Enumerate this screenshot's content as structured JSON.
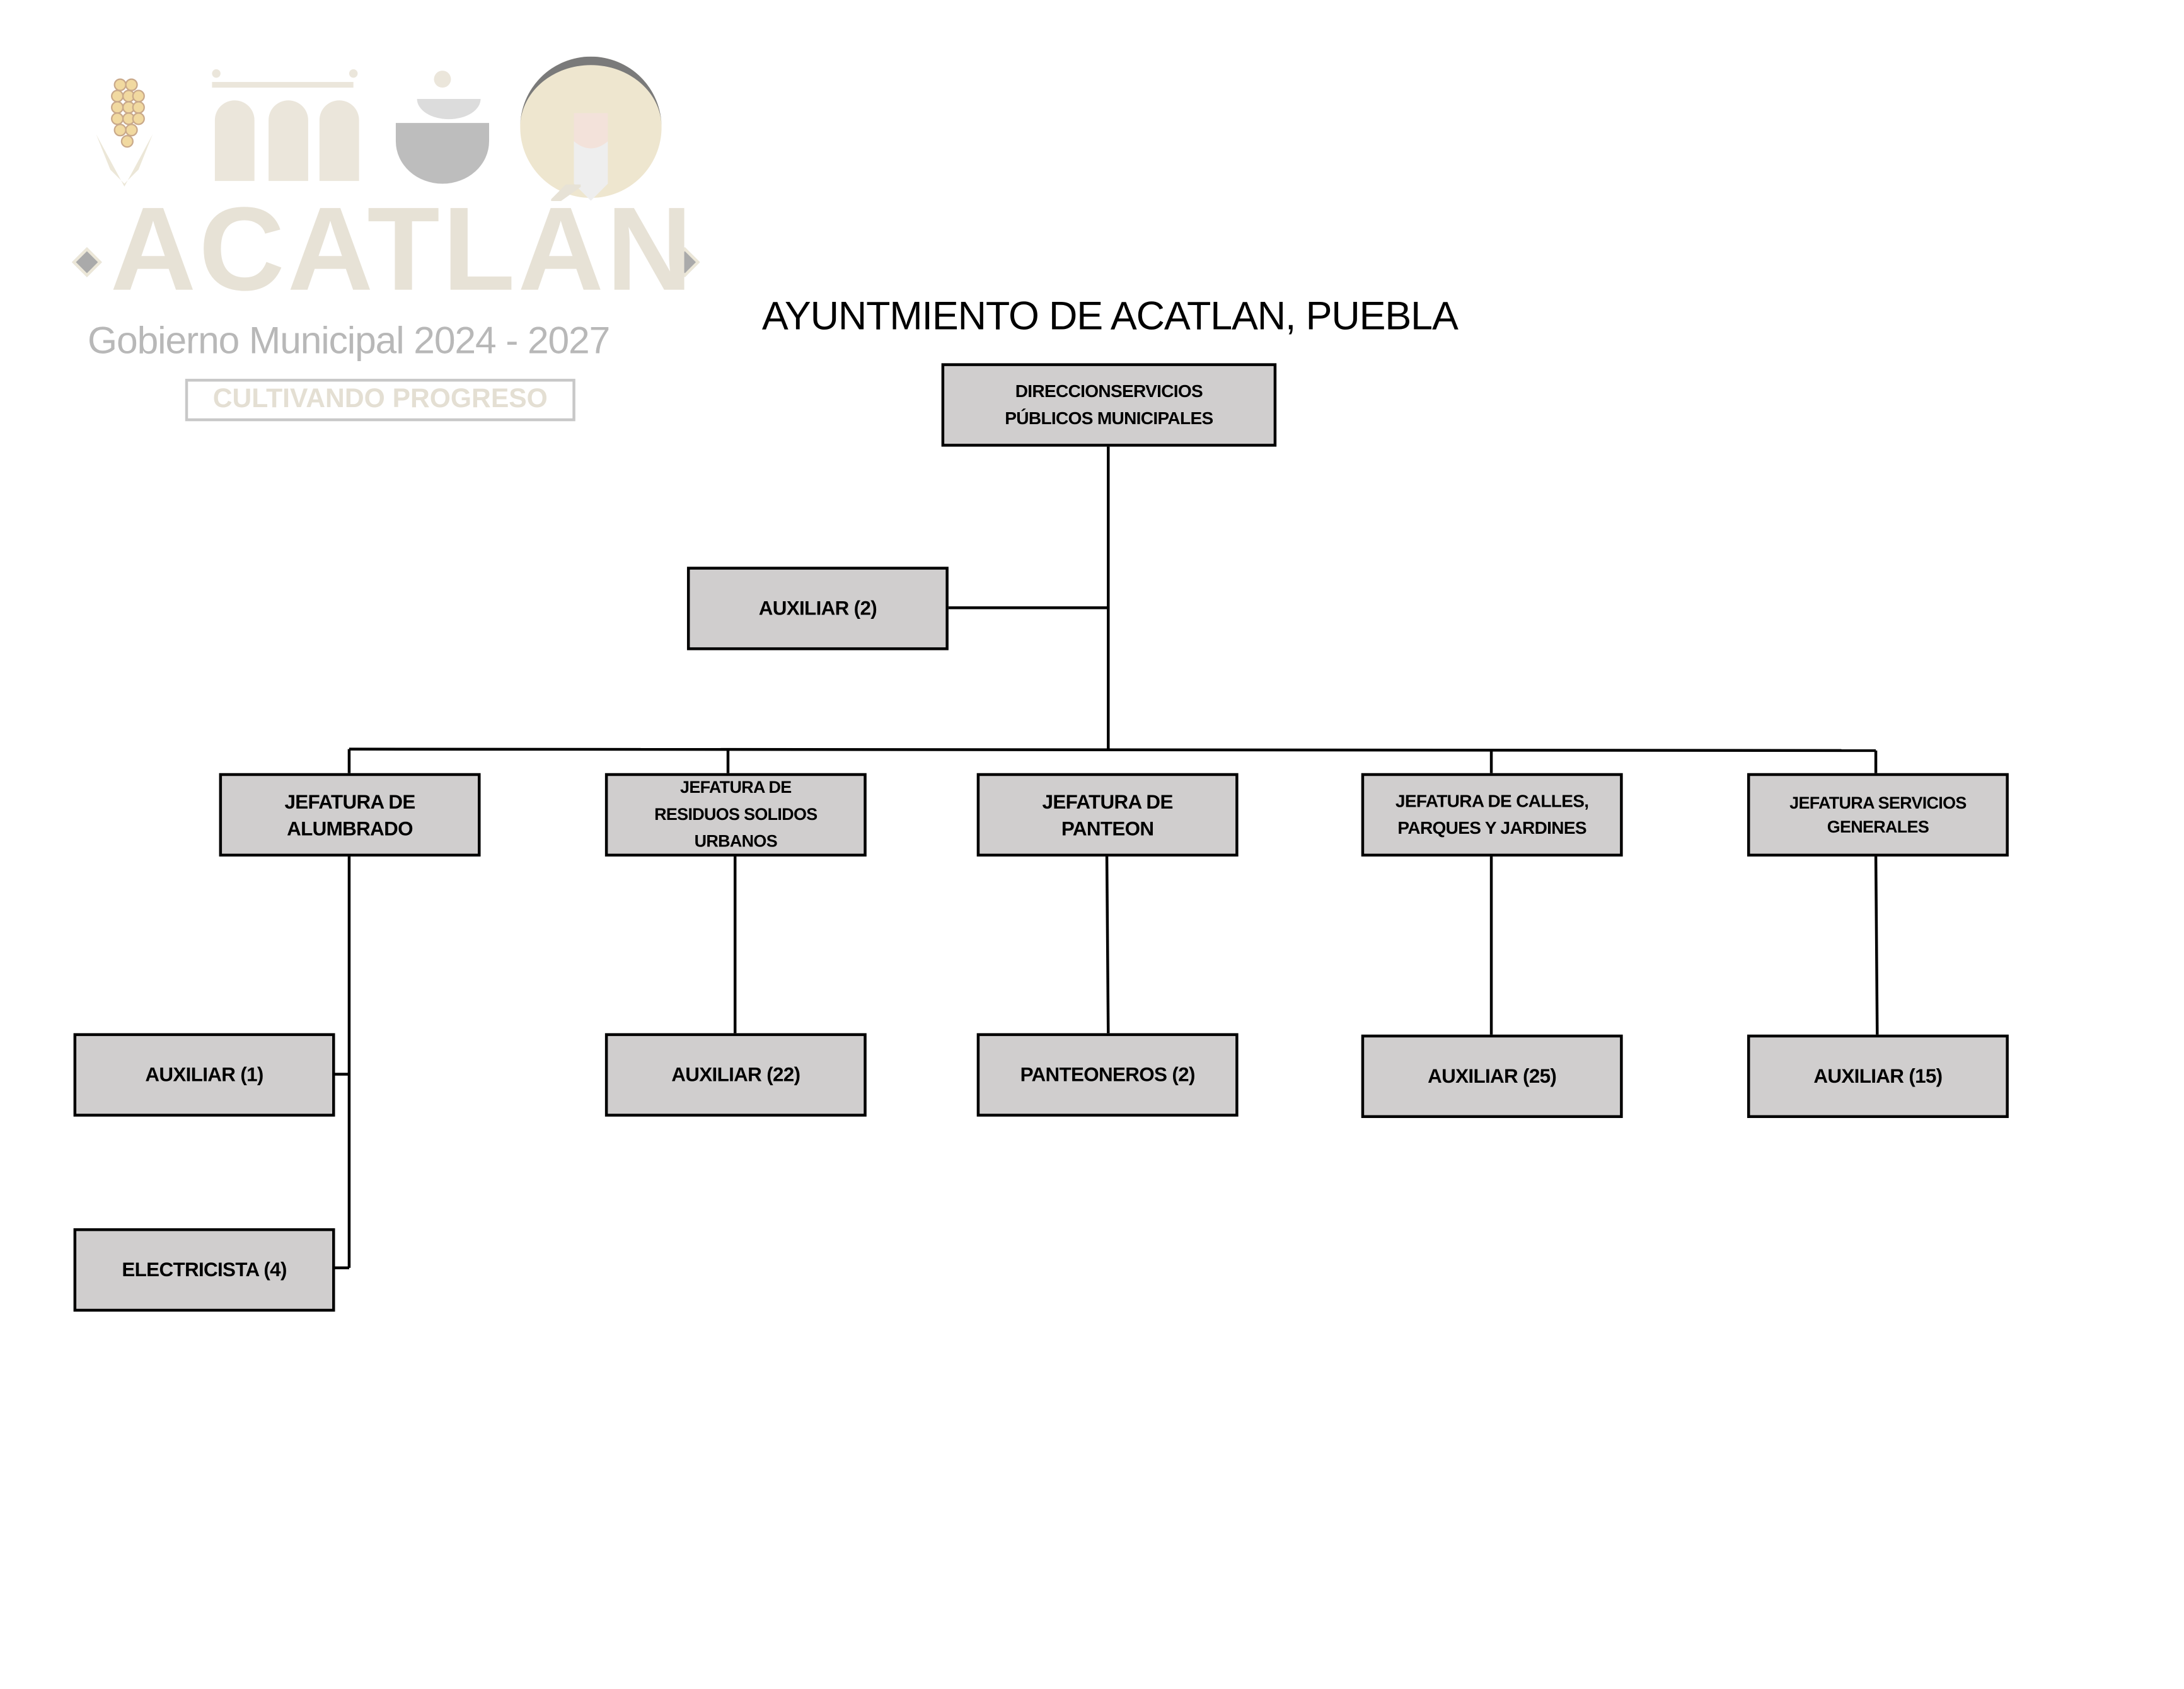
{
  "logo": {
    "name": "ACATLÁN",
    "subtitle": "Gobierno Municipal 2024 - 2027",
    "motto": "CULTIVANDO PROGRESO"
  },
  "title": "AYUNTMIENTO DE ACATLAN, PUEBLA",
  "chart": {
    "root": "DIRECCIONSERVICIOS PÚBLICOS MUNICIPALES",
    "assistant": "AUXILIAR (2)",
    "departments": [
      {
        "name": "JEFATURA DE ALUMBRADO",
        "staff": [
          "AUXILIAR (1)",
          "ELECTRICISTA (4)"
        ]
      },
      {
        "name": "JEFATURA DE RESIDUOS SOLIDOS URBANOS",
        "staff": [
          "AUXILIAR (22)"
        ]
      },
      {
        "name": "JEFATURA DE PANTEON",
        "staff": [
          "PANTEONEROS (2)"
        ]
      },
      {
        "name": "JEFATURA DE CALLES, PARQUES Y JARDINES",
        "staff": [
          "AUXILIAR (25)"
        ]
      },
      {
        "name": "JEFATURA SERVICIOS GENERALES",
        "staff": [
          "AUXILIAR (15)"
        ]
      }
    ]
  },
  "colors": {
    "box_fill": "#d0cece",
    "border": "#000000"
  }
}
